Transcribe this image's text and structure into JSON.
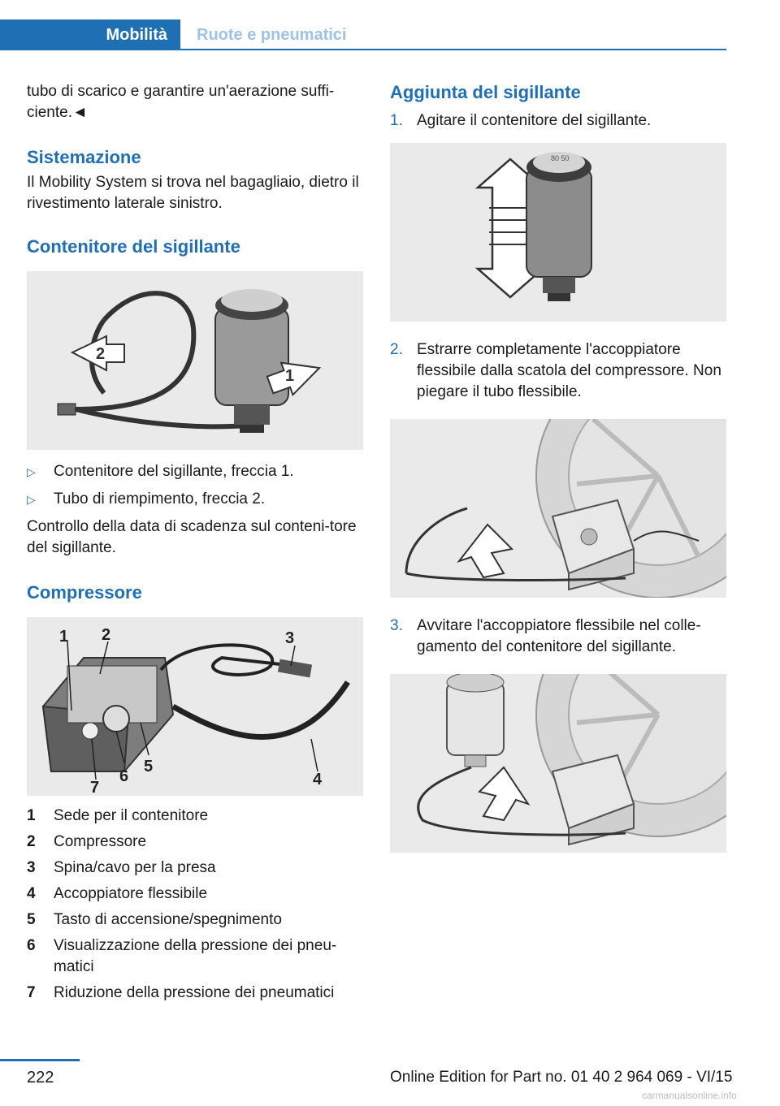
{
  "header": {
    "section": "Mobilità",
    "chapter": "Ruote e pneumatici"
  },
  "left": {
    "intro": "tubo di scarico e garantire un'aerazione suffi‐ciente.◄",
    "sistemazione_title": "Sistemazione",
    "sistemazione_text": "Il Mobility System si trova nel bagagliaio, dietro il rivestimento laterale sinistro.",
    "contenitore_title": "Contenitore del sigillante",
    "contenitore_fig_labels": [
      "2",
      "1"
    ],
    "contenitore_items": [
      "Contenitore del sigillante, freccia 1.",
      "Tubo di riempimento, freccia 2."
    ],
    "list_marker": "▷",
    "scadenza_text": "Controllo della data di scadenza sul conteni‐tore del sigillante.",
    "compressore_title": "Compressore",
    "compressore_callouts": [
      "1",
      "2",
      "3",
      "4",
      "5",
      "6",
      "7"
    ],
    "compressore_items": [
      {
        "num": "1",
        "text": "Sede per il contenitore"
      },
      {
        "num": "2",
        "text": "Compressore"
      },
      {
        "num": "3",
        "text": "Spina/cavo per la presa"
      },
      {
        "num": "4",
        "text": "Accoppiatore flessibile"
      },
      {
        "num": "5",
        "text": "Tasto di accensione/spegnimento"
      },
      {
        "num": "6",
        "text": "Visualizzazione della pressione dei pneu‐matici"
      },
      {
        "num": "7",
        "text": "Riduzione della pressione dei pneumatici"
      }
    ]
  },
  "right": {
    "title": "Aggiunta del sigillante",
    "can_label": "80\n50",
    "steps": [
      {
        "num": "1.",
        "text": "Agitare il contenitore del sigillante."
      },
      {
        "num": "2.",
        "text": "Estrarre completamente l'accoppiatore flessibile dalla scatola del compressore. Non piegare il tubo flessibile."
      },
      {
        "num": "3.",
        "text": "Avvitare l'accoppiatore flessibile nel colle‐gamento del contenitore del sigillante."
      }
    ]
  },
  "footer": {
    "page_number": "222",
    "edition": "Online Edition for Part no. 01 40 2 964 069 - VI/15",
    "watermark": "carmanualsonline.info"
  }
}
